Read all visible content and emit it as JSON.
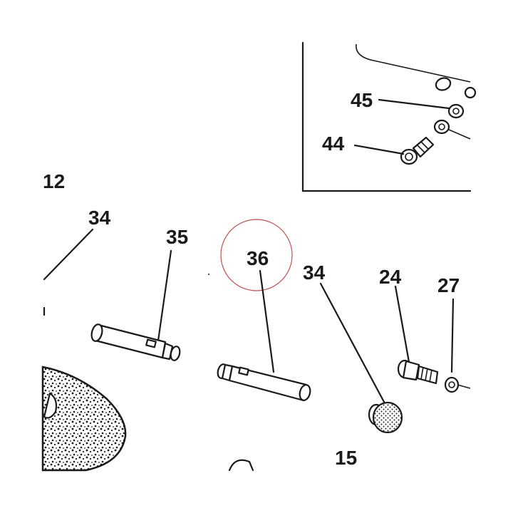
{
  "callouts": {
    "c45": "45",
    "c44": "44",
    "c12": "12",
    "c34_left": "34",
    "c35": "35",
    "c36": "36",
    "c34_right": "34",
    "c24": "24",
    "c27": "27",
    "c15": "15"
  },
  "colors": {
    "ink": "#1a1a1a",
    "highlight_circle": "#c05050",
    "background": "#ffffff"
  }
}
